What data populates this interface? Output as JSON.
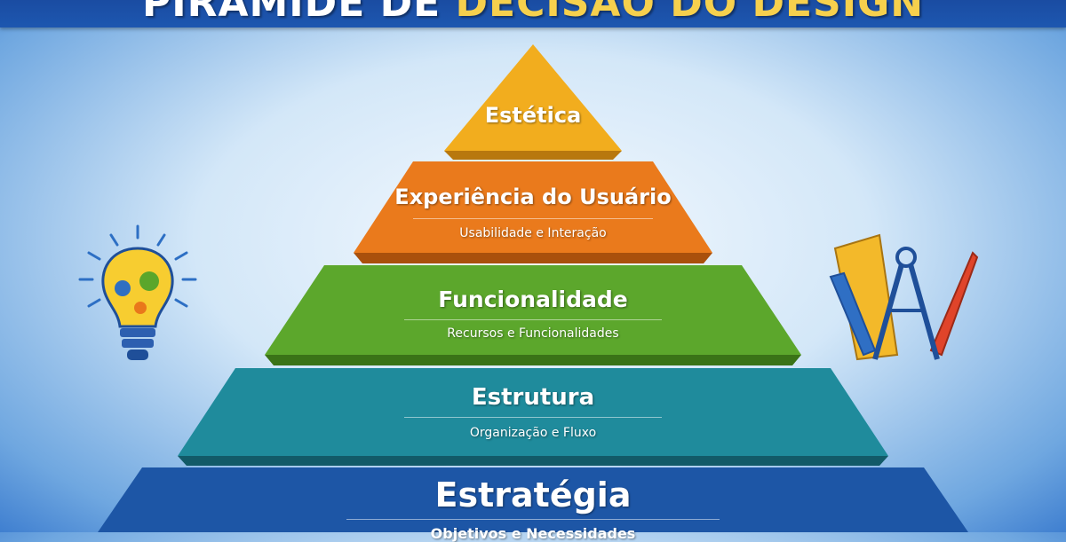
{
  "header": {
    "title_part1": "PIRÂMIDE DE ",
    "title_part2": "DECISÃO DO DESIGN"
  },
  "levels": [
    {
      "title": "Estética",
      "subtitle": "",
      "color": "#f0a91c"
    },
    {
      "title": "Experiência do Usuário",
      "subtitle": "Usabilidade e Interação",
      "color": "#e9781b"
    },
    {
      "title": "Funcionalidade",
      "subtitle": "Recursos e Funcionalidades",
      "color": "#5aa62b"
    },
    {
      "title": "Estrutura",
      "subtitle": "Organização e Fluxo",
      "color": "#1f8a9b"
    },
    {
      "title": "Estratégia",
      "subtitle": "Objetivos e Necessidades",
      "color": "#1d56a6"
    }
  ],
  "icons": {
    "left": "lightbulb-gears-icon",
    "right": "ruler-compass-pencils-icon"
  }
}
